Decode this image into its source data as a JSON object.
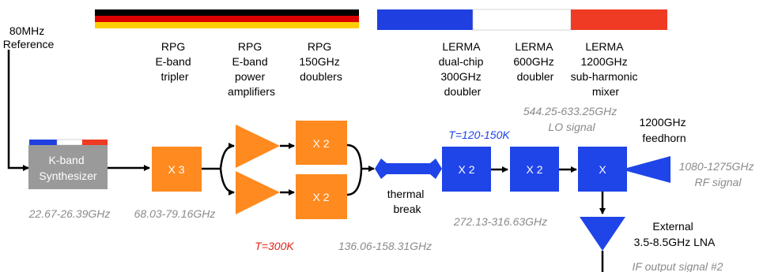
{
  "flags": {
    "germany": [
      "#000000",
      "#dd0000",
      "#ffce00"
    ],
    "france": [
      "#1f3fe0",
      "#ffffff",
      "#ef3b24"
    ]
  },
  "colors": {
    "rpg_block": "#ff8a1f",
    "lerma_block": "#1f44e8",
    "synth_block": "#9a9a9a",
    "freq_text": "#8a8a8a",
    "temp_warm": "#e0241b",
    "temp_cold": "#1f44e8",
    "wire": "#000000"
  },
  "reference": {
    "line1": "80MHz",
    "line2": "Reference"
  },
  "headers": {
    "rpg_tripler": [
      "RPG",
      "E-band",
      "tripler"
    ],
    "rpg_amps": [
      "RPG",
      "E-band",
      "power",
      "amplifiers"
    ],
    "rpg_doublers": [
      "RPG",
      "150GHz",
      "doublers"
    ],
    "lerma_300": [
      "LERMA",
      "dual-chip",
      "300GHz",
      "doubler"
    ],
    "lerma_600": [
      "LERMA",
      "600GHz",
      "doubler"
    ],
    "lerma_1200": [
      "LERMA",
      "1200GHz",
      "sub-harmonic",
      "mixer"
    ]
  },
  "synth": {
    "line1": "K-band",
    "line2": "Synthesizer"
  },
  "blocks": {
    "x3": "X 3",
    "x2_upper": "X 2",
    "x2_lower": "X 2",
    "x2_lerma1": "X 2",
    "x2_lerma2": "X 2",
    "mixer": "X"
  },
  "thermal_break": {
    "line1": "thermal",
    "line2": "break"
  },
  "temps": {
    "warm": "T=300K",
    "cold": "T=120-150K"
  },
  "freqs": {
    "synth": "22.67-26.39GHz",
    "tripler": "68.03-79.16GHz",
    "doublers": "136.06-158.31GHz",
    "lerma_doubler": "272.13-316.63GHz",
    "lo": "544.25-633.25GHz",
    "lo_label": "LO signal",
    "rf": "1080-1275GHz",
    "rf_label": "RF signal",
    "if_label": "IF output signal #2"
  },
  "feedhorn": {
    "line1": "1200GHz",
    "line2": "feedhorn"
  },
  "lna": {
    "line1": "External",
    "line2": "3.5-8.5GHz LNA"
  }
}
